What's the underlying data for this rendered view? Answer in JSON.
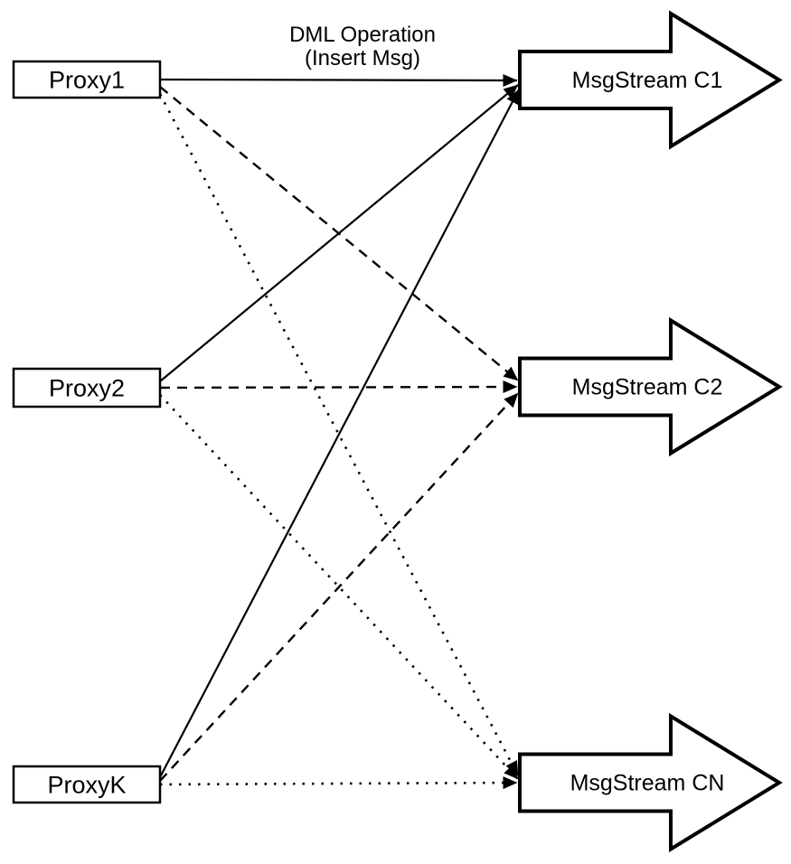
{
  "diagram": {
    "annotation": {
      "line1": "DML Operation",
      "line2": "(Insert Msg)"
    },
    "proxies": [
      {
        "id": "proxy1",
        "label": "Proxy1"
      },
      {
        "id": "proxy2",
        "label": "Proxy2"
      },
      {
        "id": "proxyk",
        "label": "ProxyK"
      }
    ],
    "streams": [
      {
        "id": "c1",
        "label": "MsgStream C1"
      },
      {
        "id": "c2",
        "label": "MsgStream C2"
      },
      {
        "id": "cn",
        "label": "MsgStream CN"
      }
    ],
    "edges": [
      {
        "from": "Proxy1",
        "to": "MsgStream C1",
        "style": "solid"
      },
      {
        "from": "Proxy1",
        "to": "MsgStream C2",
        "style": "dashed"
      },
      {
        "from": "Proxy1",
        "to": "MsgStream CN",
        "style": "dotted"
      },
      {
        "from": "Proxy2",
        "to": "MsgStream C1",
        "style": "solid"
      },
      {
        "from": "Proxy2",
        "to": "MsgStream C2",
        "style": "dashed"
      },
      {
        "from": "Proxy2",
        "to": "MsgStream CN",
        "style": "dotted"
      },
      {
        "from": "ProxyK",
        "to": "MsgStream C1",
        "style": "solid"
      },
      {
        "from": "ProxyK",
        "to": "MsgStream C2",
        "style": "dashed"
      },
      {
        "from": "ProxyK",
        "to": "MsgStream CN",
        "style": "dotted"
      }
    ],
    "colors": {
      "ink": "#000000",
      "background": "#ffffff",
      "shape_fill": "#ffffff"
    }
  }
}
